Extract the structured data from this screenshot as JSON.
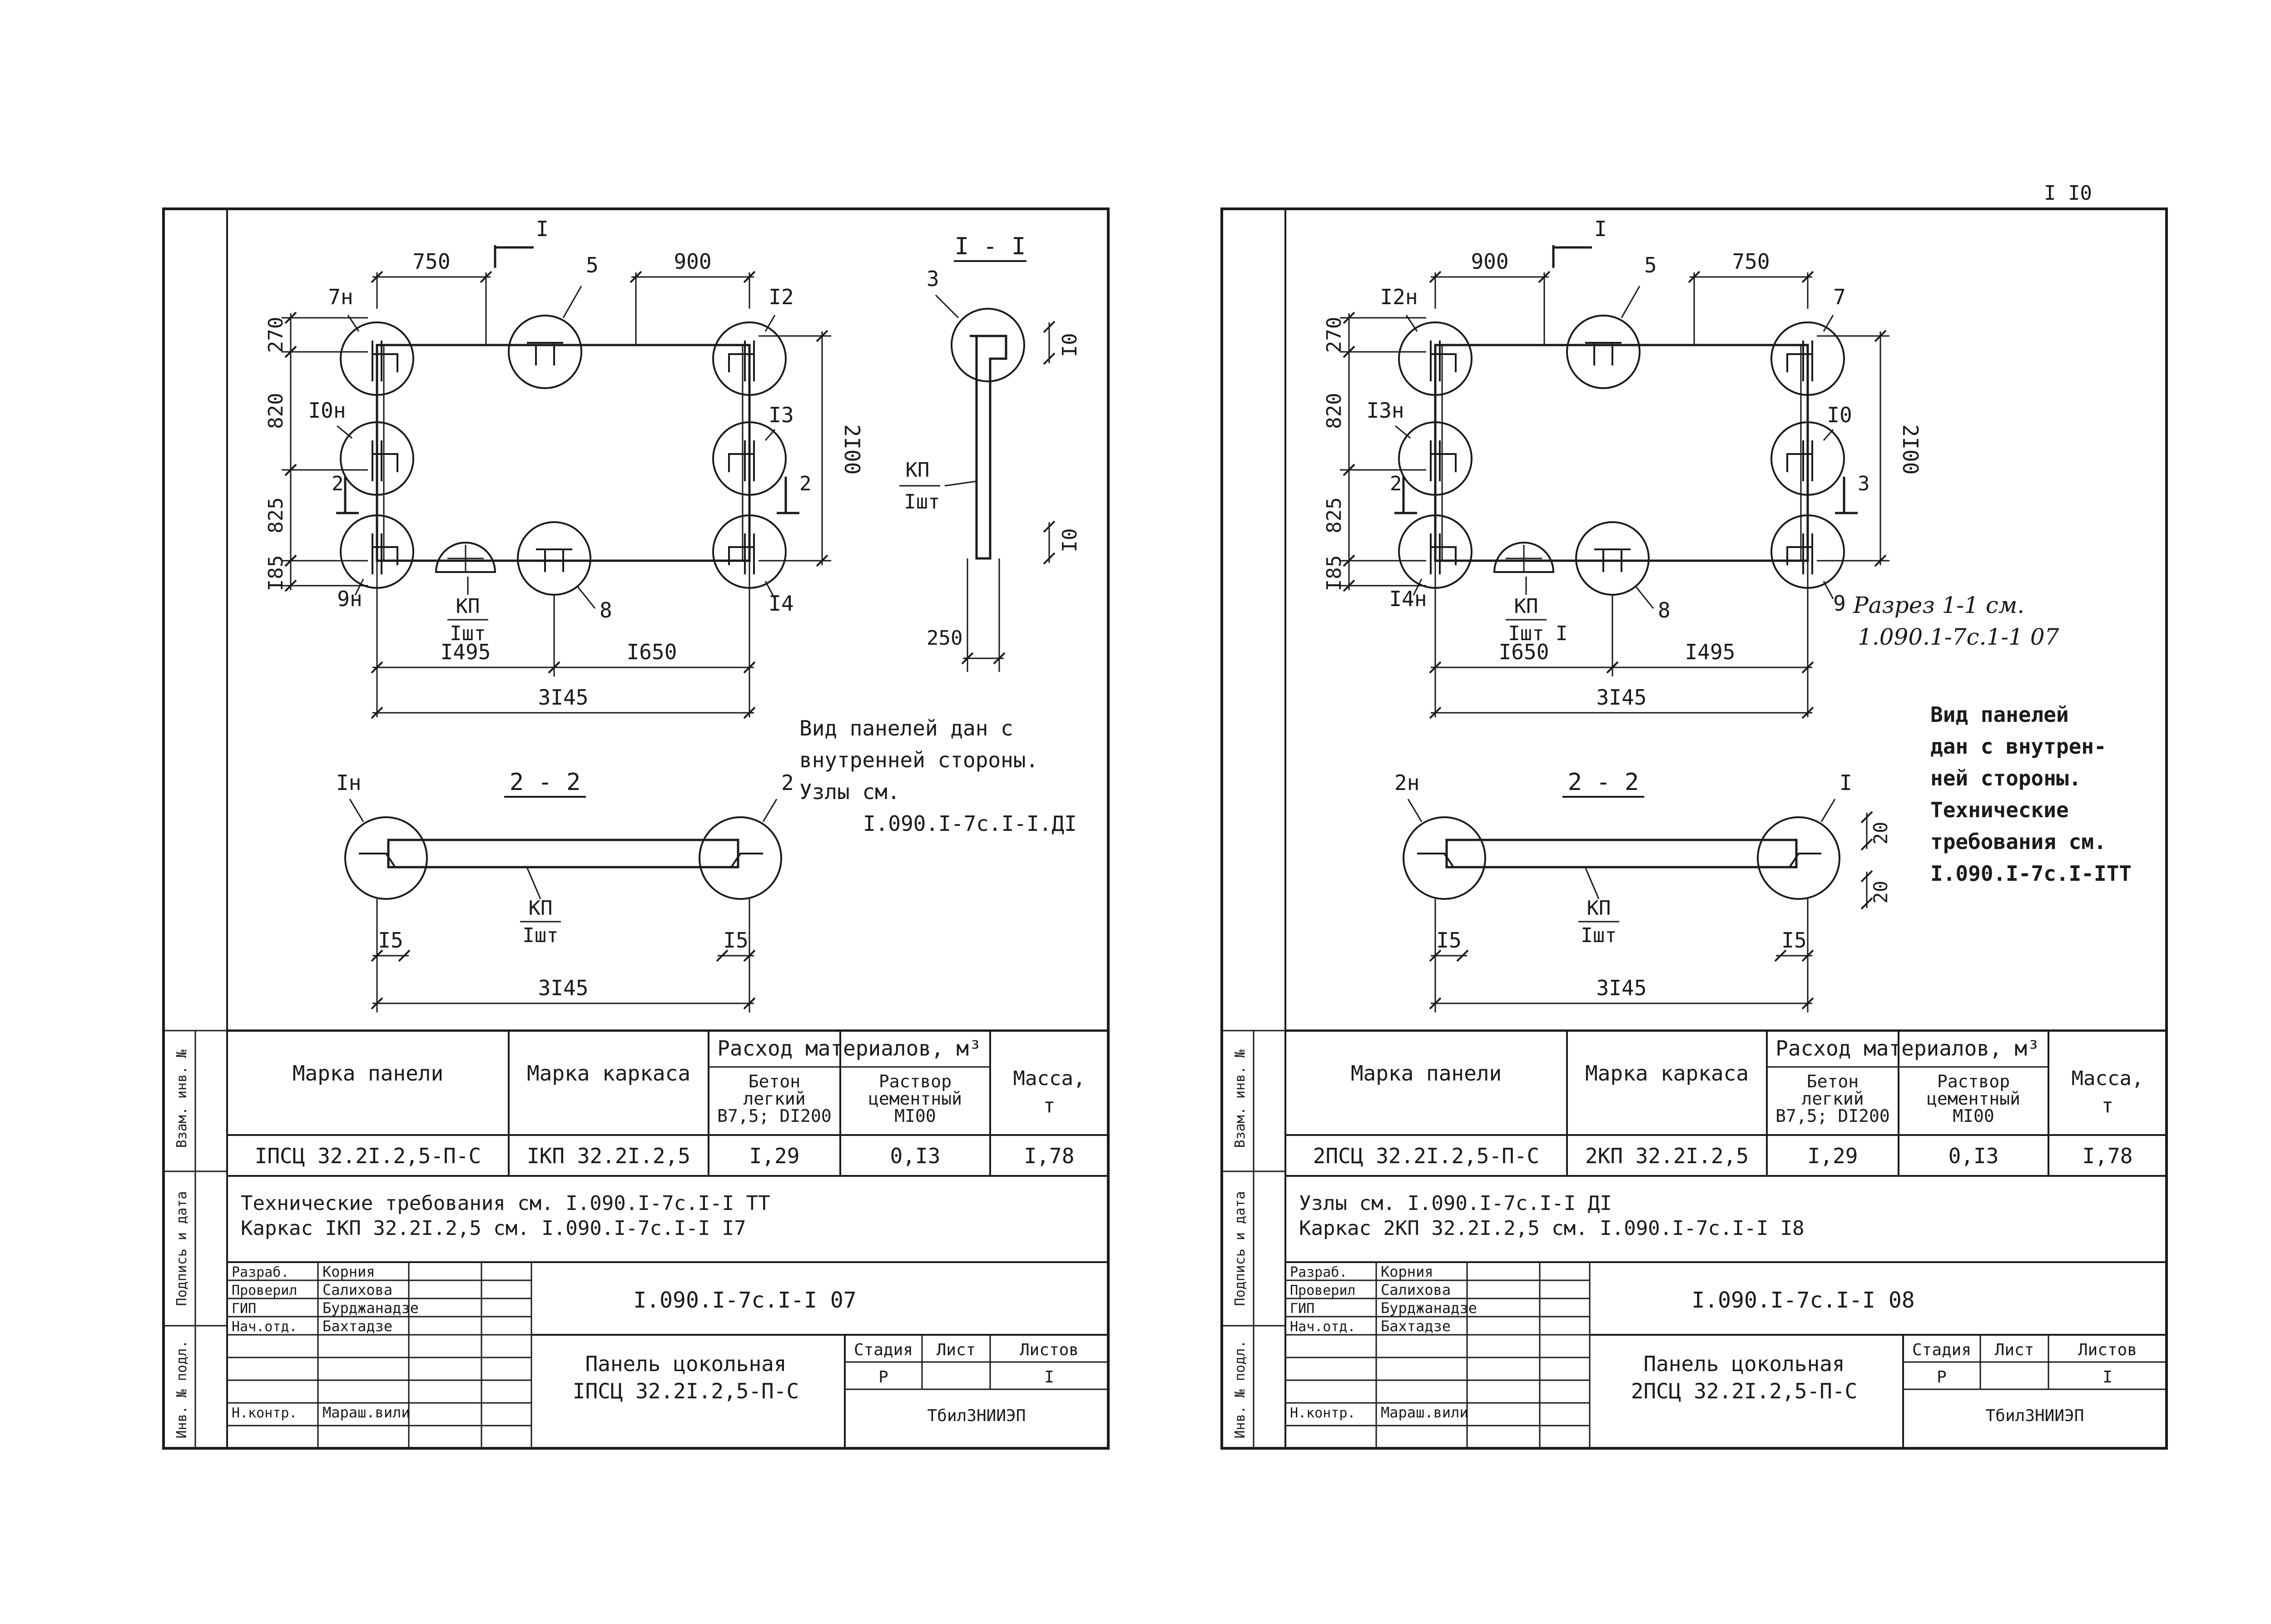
{
  "page_number": "I I0",
  "sheets": [
    {
      "id": "left",
      "section_mark_top": "I",
      "dim_top_a": "750",
      "dim_top_b": "900",
      "node_top_center": "5",
      "label_tl": "7н",
      "label_tr": "I2",
      "label_ml": "I0н",
      "label_mr": "I3",
      "label_bl": "9н",
      "label_br": "I4",
      "label_bottom_node": "8",
      "kp_label": "КП",
      "kp_count": "Iшт",
      "vdims": [
        "270",
        "820",
        "825",
        "I85"
      ],
      "section_cut_left": "2",
      "section_cut_right": "2",
      "height_dim": "2I00",
      "dim_bottom_a": "I495",
      "dim_bottom_b": "I650",
      "dim_total": "3I45",
      "section_title_1": "I - I",
      "s1_node": "3",
      "s1_dim_top": "I0",
      "s1_dim_bottom": "I0",
      "s1_kp": "КП",
      "s1_count": "Iшт",
      "s1_width": "250",
      "note_lines": [
        "Вид панелей дан с",
        "внутренней стороны.",
        "Узлы см.",
        "I.090.I-7с.I-I.ДI"
      ],
      "section_title_2": "2 - 2",
      "s2_node_left": "Iн",
      "s2_node_right": "2",
      "s2_kp": "КП",
      "s2_count": "Iшт",
      "s2_dim_left": "I5",
      "s2_dim_right": "I5",
      "s2_total": "3I45",
      "table": {
        "h_panel": "Марка панели",
        "h_frame": "Марка каркаса",
        "h_materials": "Расход материалов, м³",
        "h_concrete": [
          "Бетон",
          "легкий",
          "В7,5; DI200"
        ],
        "h_mortar": [
          "Раствор",
          "цементный",
          "MI00"
        ],
        "h_mass": [
          "Масса,",
          "т"
        ],
        "panel": "IПСЦ 32.2I.2,5-П-С",
        "frame": "IКП 32.2I.2,5",
        "concrete": "I,29",
        "mortar": "0,I3",
        "mass": "I,78"
      },
      "notes_block": [
        "Технические требования см. I.090.I-7с.I-I ТТ",
        "Каркас IКП 32.2I.2,5 см. I.090.I-7с.I-I I7"
      ],
      "doc_code": "I.090.I-7с.I-I 07",
      "title_name": "Панель цокольная",
      "title_mark": "IПСЦ 32.2I.2,5-П-С",
      "stamp_heads": [
        "Стадия",
        "Лист",
        "Листов"
      ],
      "stamp_vals": [
        "Р",
        "",
        "I"
      ],
      "org": "ТбилЗНИИЭП",
      "roles": [
        "Разраб.",
        "Проверил",
        "ГИП",
        "Нач.отд.",
        "",
        "",
        "",
        "Н.контр."
      ],
      "names": [
        "Корния",
        "Салихова",
        "Бурджанадзе",
        "Бахтадзе",
        "",
        "",
        "",
        "Мараш.вили"
      ],
      "side_labels": [
        "Инв. № подл.",
        "Подпись и дата",
        "Взам. инв. №"
      ]
    },
    {
      "id": "right",
      "section_mark_top": "I",
      "dim_top_a": "900",
      "dim_top_b": "750",
      "node_top_center": "5",
      "label_tl": "I2н",
      "label_tr": "7",
      "label_ml": "I3н",
      "label_mr": "I0",
      "label_bl": "I4н",
      "label_br": "9",
      "label_bottom_node": "8",
      "kp_label": "КП",
      "kp_count": "Iшт",
      "vdims": [
        "270",
        "820",
        "825",
        "I85"
      ],
      "section_cut_left": "2",
      "section_cut_right": "3",
      "height_dim": "2I00",
      "dim_bottom_a": "I650",
      "dim_bottom_b": "I495",
      "dim_total": "3I45",
      "cut_mark_bottom": "I",
      "handwritten_note": [
        "Разрез 1-1 см.",
        "1.090.1-7с.1-1 07"
      ],
      "note_lines": [
        "Вид панелей",
        "дан с внутрен-",
        "ней стороны.",
        "Технические",
        "требования см.",
        "I.090.I-7с.I-IТТ"
      ],
      "section_title_2": "2 - 2",
      "s2_node_left": "2н",
      "s2_node_right": "I",
      "s2_kp": "КП",
      "s2_count": "Iшт",
      "s2_dim_left": "I5",
      "s2_dim_right": "I5",
      "s2_dim_side_a": "20",
      "s2_dim_side_b": "20",
      "s2_total": "3I45",
      "table": {
        "h_panel": "Марка панели",
        "h_frame": "Марка каркаса",
        "h_materials": "Расход материалов, м³",
        "h_concrete": [
          "Бетон",
          "легкий",
          "В7,5; DI200"
        ],
        "h_mortar": [
          "Раствор",
          "цементный",
          "MI00"
        ],
        "h_mass": [
          "Масса,",
          "т"
        ],
        "panel": "2ПСЦ 32.2I.2,5-П-С",
        "frame": "2КП 32.2I.2,5",
        "concrete": "I,29",
        "mortar": "0,I3",
        "mass": "I,78"
      },
      "notes_block": [
        "Узлы см. I.090.I-7с.I-I ДI",
        "Каркас 2КП 32.2I.2,5 см. I.090.I-7с.I-I I8"
      ],
      "doc_code": "I.090.I-7с.I-I 08",
      "title_name": "Панель цокольная",
      "title_mark": "2ПСЦ 32.2I.2,5-П-С",
      "stamp_heads": [
        "Стадия",
        "Лист",
        "Листов"
      ],
      "stamp_vals": [
        "Р",
        "",
        "I"
      ],
      "org": "ТбилЗНИИЭП",
      "roles": [
        "Разраб.",
        "Проверил",
        "ГИП",
        "Нач.отд.",
        "",
        "",
        "",
        "Н.контр."
      ],
      "names": [
        "Корния",
        "Салихова",
        "Бурджанадзе",
        "Бахтадзе",
        "",
        "",
        "",
        "Мараш.вили"
      ],
      "side_labels": [
        "Инв. № подл.",
        "Подпись и дата",
        "Взам. инв. №"
      ]
    }
  ]
}
